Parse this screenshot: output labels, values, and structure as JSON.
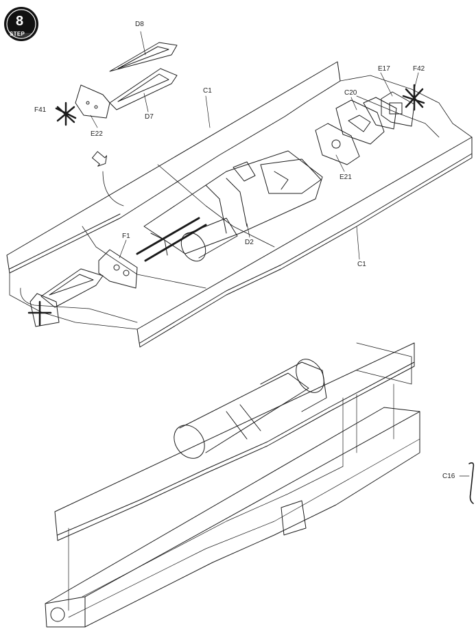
{
  "step": {
    "label": "STEP",
    "number": "8"
  },
  "callouts": {
    "d8": "D8",
    "d7": "D7",
    "f41": "F41",
    "e22": "E22",
    "c1_top": "C1",
    "c1_bottom": "C1",
    "e17": "E17",
    "f42": "F42",
    "c20": "C20",
    "e21": "E21",
    "f1": "F1",
    "d2": "D2",
    "c16": "C16"
  },
  "colors": {
    "line": "#1a1a1a",
    "badge": "#111111",
    "shade": "#555555"
  }
}
